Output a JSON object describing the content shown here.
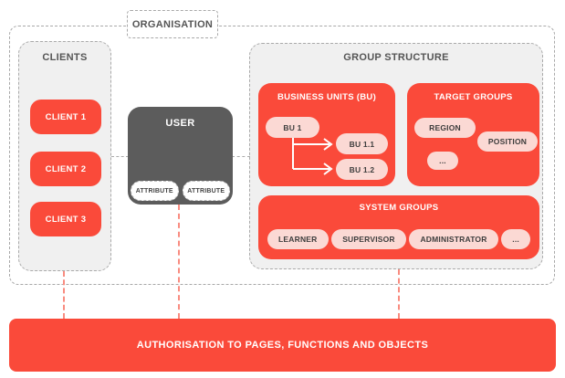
{
  "diagram": {
    "organisation_label": "ORGANISATION",
    "clients": {
      "title": "CLIENTS",
      "items": [
        "CLIENT 1",
        "CLIENT 2",
        "CLIENT 3"
      ]
    },
    "user": {
      "title": "USER",
      "attributes": [
        "ATTRIBUTE",
        "ATTRIBUTE"
      ]
    },
    "group_structure": {
      "title": "GROUP STRUCTURE",
      "business_units": {
        "title": "BUSINESS UNITS (BU)",
        "root": "BU 1",
        "children": [
          "BU 1.1",
          "BU 1.2"
        ]
      },
      "target_groups": {
        "title": "TARGET GROUPS",
        "items": [
          "REGION",
          "POSITION",
          "..."
        ]
      },
      "system_groups": {
        "title": "SYSTEM GROUPS",
        "items": [
          "LEARNER",
          "SUPERVISOR",
          "ADMINISTRATOR",
          "..."
        ]
      }
    },
    "authorisation_bar": "AUTHORISATION TO PAGES, FUNCTIONS AND OBJECTS"
  },
  "colors": {
    "red": "#fa4a3a",
    "pink": "#fbd9d4",
    "user_gray": "#5c5c5c",
    "panel_gray": "#f0f0f0",
    "dashed_border": "#a8a8a8",
    "red_dash_line": "#f98c80",
    "title_text": "#555555"
  }
}
